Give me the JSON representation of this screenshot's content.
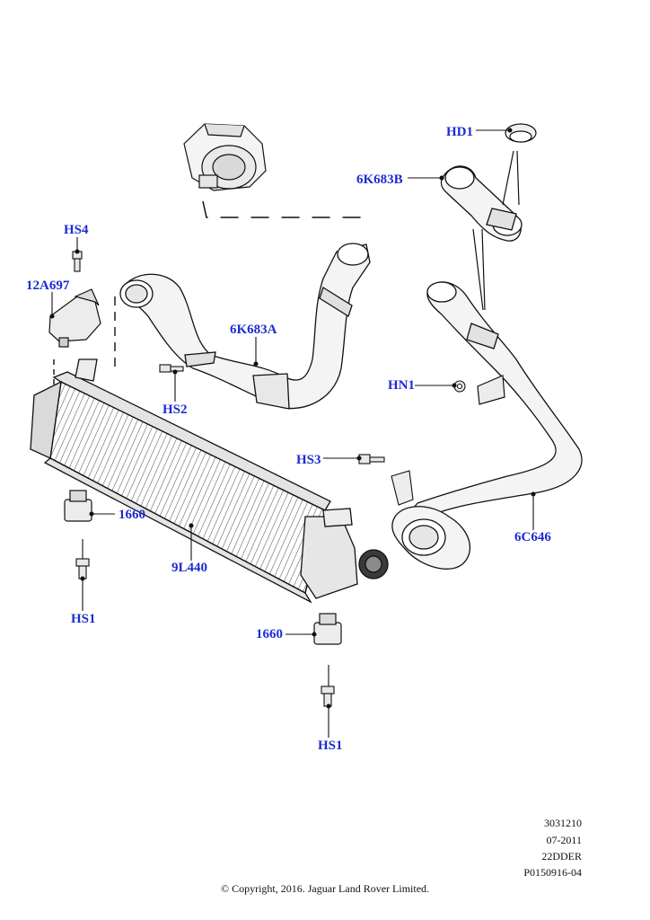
{
  "callouts": {
    "hd1": "HD1",
    "p6k683b": "6K683B",
    "hs4": "HS4",
    "p12a697": "12A697",
    "p6k683a": "6K683A",
    "hn1": "HN1",
    "hs2": "HS2",
    "hs3": "HS3",
    "p1660_left": "1660",
    "p9l440": "9L440",
    "p6c646": "6C646",
    "hs1_left": "HS1",
    "p1660_bottom": "1660",
    "hs1_bottom": "HS1"
  },
  "reference": {
    "line1": "3031210",
    "line2": "07-2011",
    "line3": "22DDER",
    "line4": "P0150916-04"
  },
  "copyright": "© Copyright, 2016. Jaguar Land Rover Limited.",
  "colors": {
    "callout": "#1d2bd0",
    "line": "#111111",
    "part_fill": "#f4f4f4",
    "part_shade": "#d9d9d9"
  }
}
